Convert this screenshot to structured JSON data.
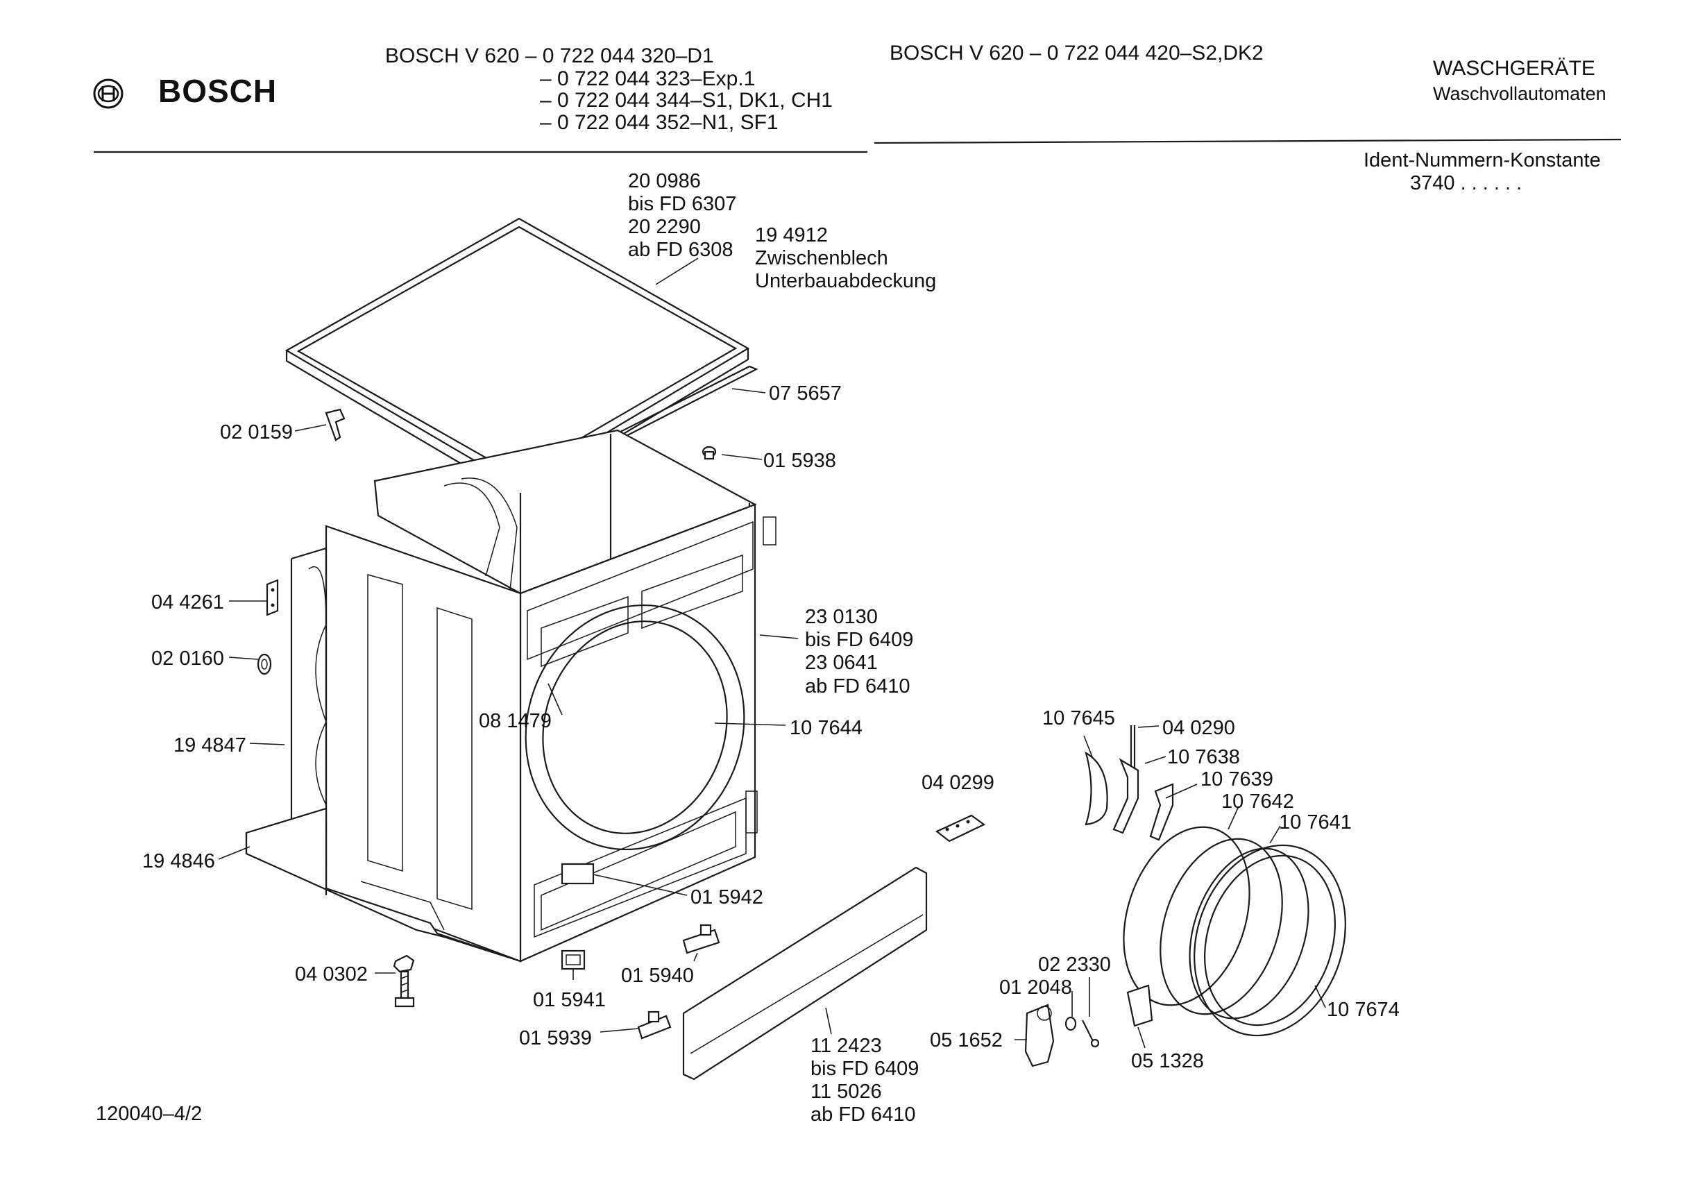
{
  "header": {
    "brand": "BOSCH",
    "models_left": [
      "BOSCH  V 620   – 0 722 044 320–D1",
      "– 0 722 044 323–Exp.1",
      "– 0 722 044 344–S1, DK1, CH1",
      "– 0 722 044 352–N1, SF1"
    ],
    "model_right": "BOSCH  V 620  –  0 722 044 420–S2,DK2",
    "category": "WASCHGERÄTE",
    "subcategory": "Waschvollautomaten",
    "ident_label": "Ident-Nummern-Konstante",
    "ident_value": "3740  . .   . . . ."
  },
  "parts": {
    "top_cover_1": "20 0986",
    "top_cover_1_range": "bis FD 6307",
    "top_cover_2": "20 2290",
    "top_cover_2_range": "ab FD 6308",
    "intermediate_no": "19 4912",
    "intermediate_name": "Zwischenblech",
    "intermediate_name2": "Unterbauabdeckung",
    "p_075657": "07 5657",
    "p_020159": "02 0159",
    "p_015938": "01 5938",
    "p_044261": "04 4261",
    "p_020160": "02 0160",
    "p_194847": "19 4847",
    "p_194846": "19 4846",
    "p_081479": "08 1479",
    "front_1": "23 0130",
    "front_1_range": "bis FD 6409",
    "front_2": "23 0641",
    "front_2_range": "ab FD 6410",
    "p_107644": "10 7644",
    "p_015942": "01 5942",
    "p_040302": "04 0302",
    "p_015941": "01 5941",
    "p_015940": "01 5940",
    "p_015939": "01 5939",
    "plinth_1": "11 2423",
    "plinth_1_range": "bis FD 6409",
    "plinth_2": "11 5026",
    "plinth_2_range": "ab FD 6410",
    "p_040299": "04 0299",
    "p_107645": "10 7645",
    "p_040290": "04 0290",
    "p_107638": "10 7638",
    "p_107639": "10 7639",
    "p_107642": "10 7642",
    "p_107641": "10 7641",
    "p_107674": "10 7674",
    "p_022330": "02 2330",
    "p_012048": "01 2048",
    "p_051652": "05 1652",
    "p_051328": "05 1328"
  },
  "footer": {
    "drawing_no": "120040–4/2"
  }
}
